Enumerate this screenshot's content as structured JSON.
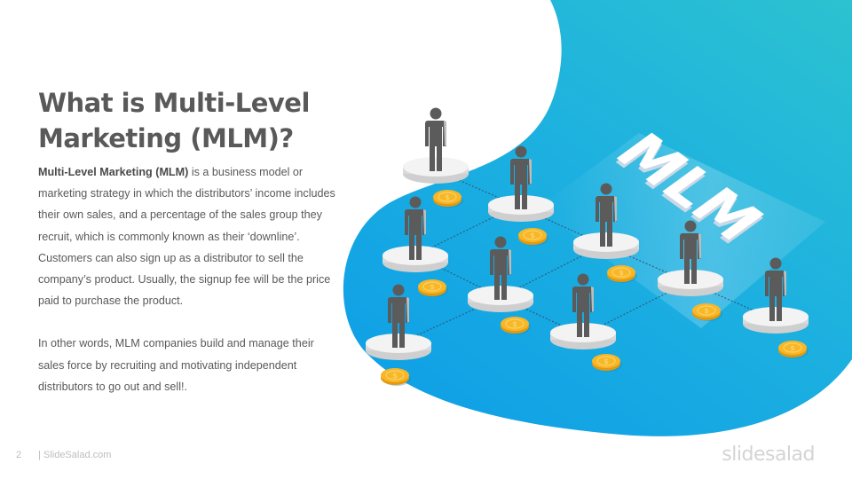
{
  "slide": {
    "title": "What is Multi-Level Marketing (MLM)?",
    "paragraph1": {
      "bold_lead": "Multi-Level Marketing (MLM)",
      "text": " is a business model or marketing strategy in which the distributors’ income includes their own sales, and a percentage of the sales group they recruit, which is commonly known as their ‘downline’. Customers can also sign up as a distributor to sell the company’s product. Usually, the signup fee will be the price paid to purchase the product."
    },
    "paragraph2": "In other words, MLM companies build and manage their sales force by recruiting and motivating independent distributors to go out and sell!.",
    "illustration": {
      "label": "MLM",
      "icons": [
        "person-icon",
        "platform-icon",
        "dollar-coin-icon"
      ],
      "colors": {
        "blob_top": "#2bbfd2",
        "blob_bottom": "#12a3e4",
        "person": "#5a5a5a",
        "coin": "#f7b21c",
        "platform": "#eeeeee"
      }
    }
  },
  "footer": {
    "page_number": "2",
    "site": "| SlideSalad.com",
    "brand": "slidesalad"
  }
}
